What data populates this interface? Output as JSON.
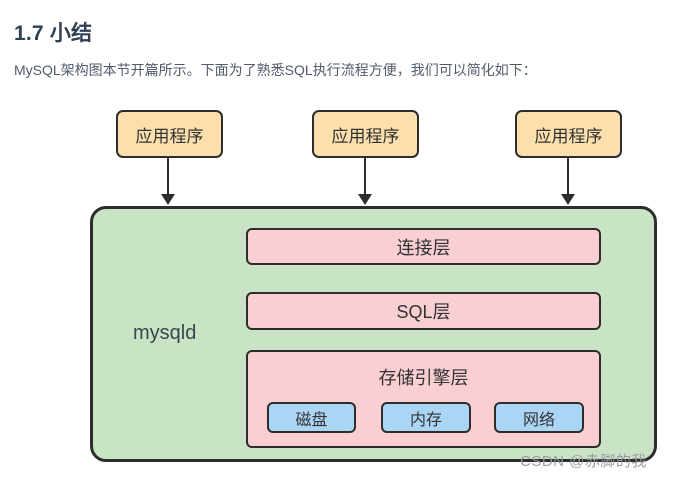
{
  "page": {
    "title": "1.7 小结",
    "intro": "MySQL架构图本节开篇所示。下面为了熟悉SQL执行流程方便，我们可以简化如下："
  },
  "diagram": {
    "app_boxes": [
      {
        "label": "应用程序"
      },
      {
        "label": "应用程序"
      },
      {
        "label": "应用程序"
      }
    ],
    "mysqld": {
      "label": "mysqld"
    },
    "layers": {
      "connection": {
        "label": "连接层"
      },
      "sql": {
        "label": "SQL层"
      },
      "storage": {
        "label": "存储引擎层",
        "components": [
          {
            "label": "磁盘"
          },
          {
            "label": "内存"
          },
          {
            "label": "网络"
          }
        ]
      }
    },
    "colors": {
      "app_box_fill": "#fbdfad",
      "mysqld_fill": "#c9e3c5",
      "layer_fill": "#f9cfd3",
      "component_fill": "#abd5f5",
      "border": "#2d2d2d",
      "heading_text": "#2e4053",
      "body_text": "#515b6b"
    }
  },
  "watermark": {
    "text": "CSDN @赤脚的我"
  }
}
